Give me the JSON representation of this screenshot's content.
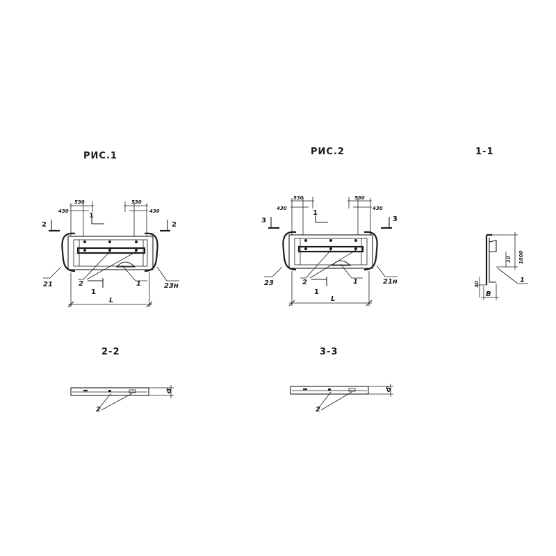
{
  "figures": {
    "fig1": {
      "title": "РИС.1",
      "dims": {
        "left_outer": "530",
        "left_inner": "430",
        "right_outer": "530",
        "right_inner": "430",
        "length": "L"
      },
      "section_mark": "2",
      "pos_marks": {
        "beam": "1",
        "bolt": "2",
        "slab": "1",
        "left_part": "21",
        "right_part": "23н"
      }
    },
    "fig2": {
      "title": "РИС.2",
      "dims": {
        "left_outer": "530",
        "left_inner": "430",
        "right_outer": "530",
        "right_inner": "430",
        "length": "L"
      },
      "section_mark": "3",
      "pos_marks": {
        "beam": "1",
        "bolt": "2",
        "slab": "1",
        "left_part": "23",
        "right_part": "21н"
      }
    },
    "section_1_1": {
      "title": "1-1",
      "dims": {
        "height": "1000",
        "offset": "10",
        "gap": "10",
        "width": "В"
      },
      "pos_mark": "1"
    },
    "section_2_2": {
      "title": "2-2",
      "pos_mark": "2"
    },
    "section_3_3": {
      "title": "3-3",
      "pos_mark": "2"
    }
  }
}
